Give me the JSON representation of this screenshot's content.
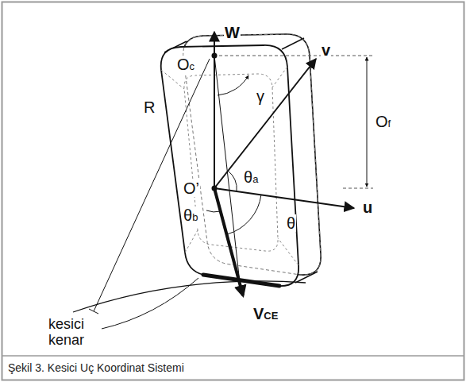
{
  "diagram": {
    "caption": "Şekil 3. Kesici Uç Koordinat Sistemi",
    "labels": [
      "W",
      "v",
      "u",
      "Oc",
      "O’",
      "R",
      "γ",
      "Of",
      "θa",
      "θb",
      "θ",
      "VCE",
      "kesici kenar"
    ]
  }
}
